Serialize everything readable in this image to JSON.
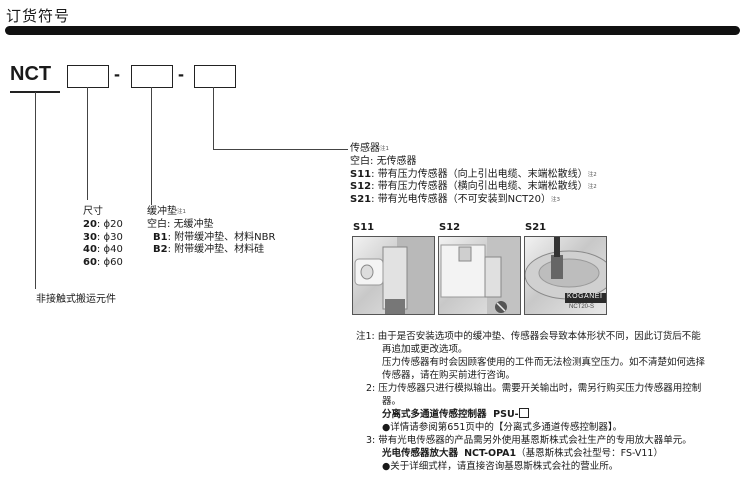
{
  "title": "订货符号",
  "code": {
    "prefix": "NCT",
    "separator": "-",
    "product_label": "非接触式搬运元件"
  },
  "size": {
    "heading": "尺寸",
    "items": [
      {
        "code": "20",
        "value": "ϕ20"
      },
      {
        "code": "30",
        "value": "ϕ30"
      },
      {
        "code": "40",
        "value": "ϕ40"
      },
      {
        "code": "60",
        "value": "ϕ60"
      }
    ]
  },
  "cushion": {
    "heading": "缓冲垫",
    "note": "注1",
    "blank_code": "空白",
    "blank_desc": "无缓冲垫",
    "items": [
      {
        "code": "B1",
        "desc": "附带缓冲垫、材料NBR"
      },
      {
        "code": "B2",
        "desc": "附带缓冲垫、材料硅"
      }
    ]
  },
  "sensor": {
    "heading": "传感器",
    "note": "注1",
    "blank_code": "空白",
    "blank_desc": "无传感器",
    "items": [
      {
        "code": "S11",
        "desc": "带有压力传感器（向上引出电缆、末端松散线）",
        "note": "注2"
      },
      {
        "code": "S12",
        "desc": "带有压力传感器（横向引出电缆、末端松散线）",
        "note": "注2"
      },
      {
        "code": "S21",
        "desc": "带有光电传感器（不可安装到NCT20）",
        "note": "注3"
      }
    ]
  },
  "photos": [
    {
      "label": "S11"
    },
    {
      "label": "S12"
    },
    {
      "label": "S21",
      "brand": "KOGANEI",
      "model": "NCT20-S"
    }
  ],
  "notes": {
    "n1_label": "注1:",
    "n1_line1": "由于是否安装选项中的缓冲垫、传感器会导致本体形状不同，因此订货后不能",
    "n1_line2": "再追加或更改选项。",
    "n1_line3": "压力传感器有时会因顾客使用的工件而无法检测真空压力。如不清楚如何选择",
    "n1_line4": "传感器，请在购买前进行咨询。",
    "n2_label": "2:",
    "n2_line1": "压力传感器只进行模拟输出。需要开关输出时，需另行购买压力传感器用控制",
    "n2_line2": "器。",
    "n2_product_name": "分离式多通道传感控制器",
    "n2_product_code": "PSU-",
    "n2_ref": "●详情请参阅第651页中的【分离式多通道传感控制器】。",
    "n3_label": "3:",
    "n3_line1": "带有光电传感器的产品需另外使用基恩斯株式会社生产的专用放大器单元。",
    "n3_product_name": "光电传感器放大器",
    "n3_product_code": "NCT-OPA1",
    "n3_product_extra": "（基恩斯株式会社型号：FS-V11）",
    "n3_ref": "●关于详细式样，请直接咨询基恩斯株式会社的营业所。"
  }
}
